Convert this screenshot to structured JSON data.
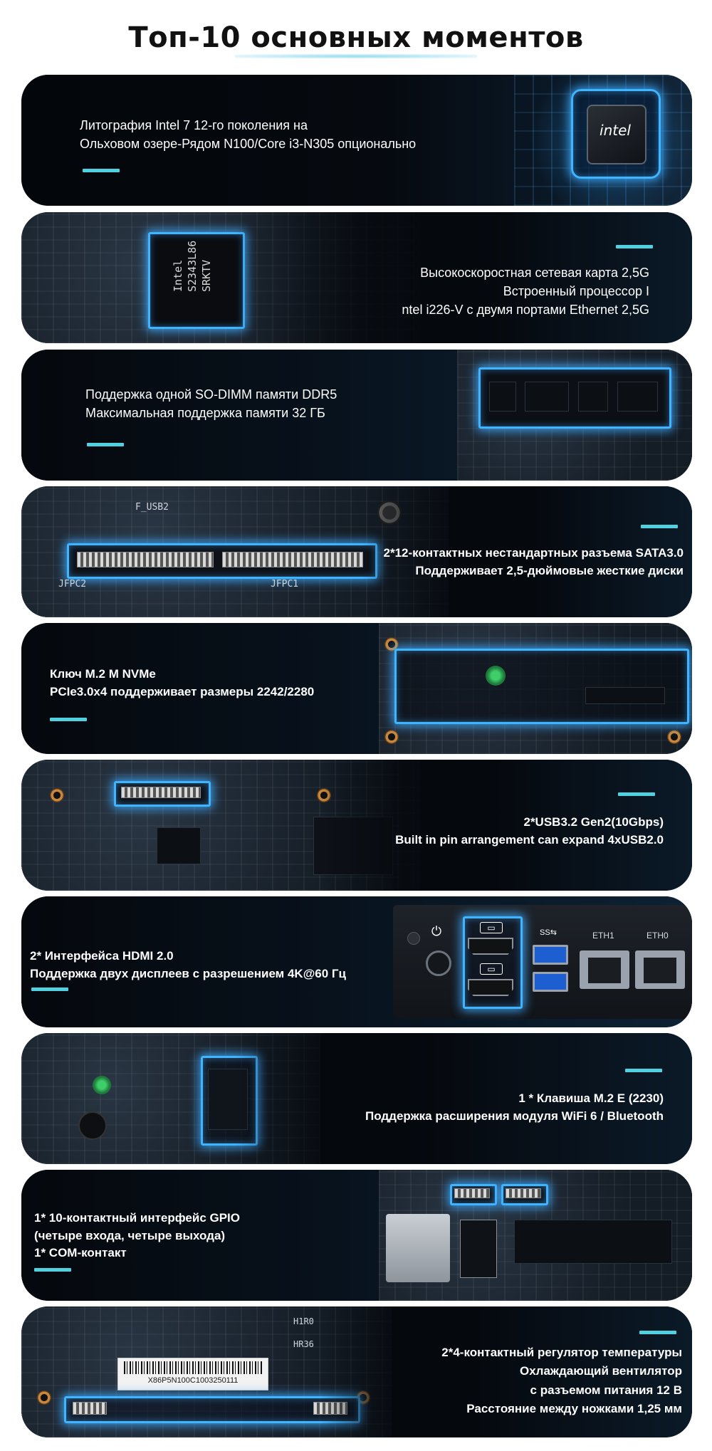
{
  "title": "Топ-10 основных моментов",
  "colors": {
    "accent": "#4fd1e0",
    "highlight": "#3fb4ff",
    "card_bg": "#05080d"
  },
  "cards": [
    {
      "lines": [
        "Литография Intel 7 12-го поколения на",
        "Ольховом озере-Рядом N100/Core i3-N305 опционально"
      ],
      "chip_brand": "intel"
    },
    {
      "lines": [
        "Высокоскоростная сетевая карта 2,5G",
        "Встроенный процессор I",
        "ntel i226-V с двумя портами Ethernet 2,5G"
      ],
      "chip_marking": [
        "Intel",
        "S2343L86",
        "SRKTV"
      ]
    },
    {
      "lines": [
        "Поддержка одной SO-DIMM памяти DDR5",
        "Максимальная поддержка памяти 32 ГБ"
      ]
    },
    {
      "lines": [
        "2*12-контактных нестандартных разъема SATA3.0",
        "Поддерживает 2,5-дюймовые жесткие диски"
      ],
      "board_labels": [
        "F_USB2",
        "JFPC2",
        "JFPC1"
      ]
    },
    {
      "lines": [
        "Ключ M.2 M NVMe",
        "PCIe3.0x4 поддерживает размеры 2242/2280"
      ]
    },
    {
      "lines": [
        "2*USB3.2 Gen2(10Gbps)",
        "Built in pin arrangement can expand 4xUSB2.0"
      ]
    },
    {
      "lines": [
        "2* Интерфейса HDMI 2.0",
        "Поддержка двух дисплеев с разрешением 4K@60 Гц"
      ],
      "port_labels": [
        "ETH1",
        "ETH0"
      ]
    },
    {
      "lines": [
        "1 * Клавиша M.2 E (2230)",
        "Поддержка расширения модуля WiFi 6 / Bluetooth"
      ]
    },
    {
      "lines": [
        "1* 10-контактный интерфейс GPIO",
        "(четыре входа, четыре выхода)",
        "1* COM-контакт"
      ]
    },
    {
      "lines": [
        "2*4-контактный регулятор температуры",
        "Охлаждающий вентилятор",
        "с разъемом питания 12 В",
        "Расстояние между ножками 1,25 мм"
      ],
      "board_labels": [
        "X86P5N100C1003250111",
        "H1R0",
        "HR36"
      ]
    }
  ]
}
